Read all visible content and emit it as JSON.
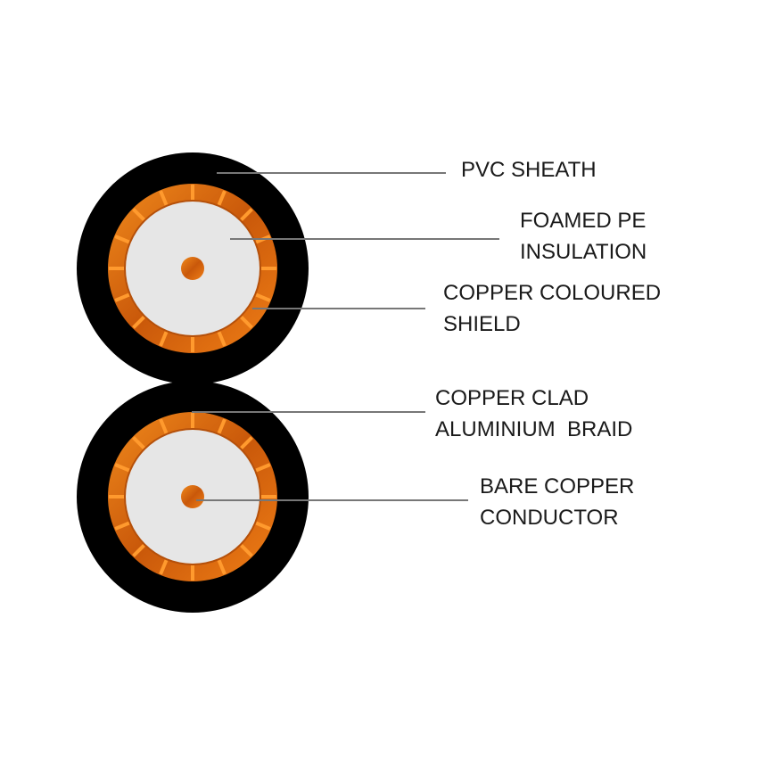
{
  "labels": {
    "pvc_sheath": [
      "PVC SHEATH"
    ],
    "foamed_pe": [
      "FOAMED PE",
      "INSULATION"
    ],
    "shield": [
      "COPPER COLOURED",
      "SHIELD"
    ],
    "braid": [
      "COPPER CLAD",
      "ALUMINIUM  BRAID"
    ],
    "conductor": [
      "BARE COPPER",
      "CONDUCTOR"
    ]
  },
  "colors": {
    "sheath": "#000000",
    "copper": "#d9650a",
    "tick": "#ff9a2e",
    "insulation": "#e6e6e6",
    "leader": "#777777"
  }
}
